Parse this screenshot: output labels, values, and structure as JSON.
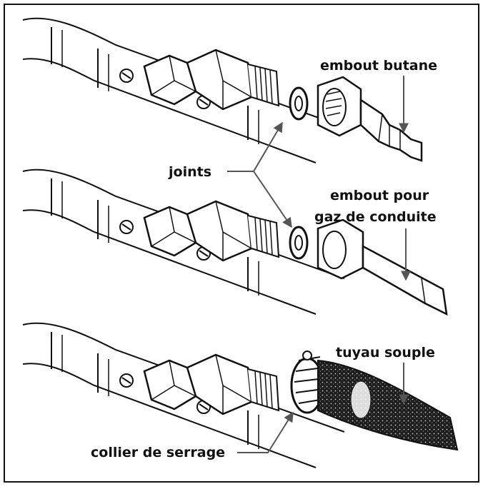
{
  "labels": {
    "embout_butane": "embout butane",
    "joints": "joints",
    "embout_gaz_line1": "embout pour",
    "embout_gaz_line2": "gaz de conduite",
    "tuyau_souple": "tuyau souple",
    "collier_de_serrage": "collier de serrage"
  },
  "colors": {
    "ink": "#111111",
    "arrow": "#555555",
    "hose": "#2a2a2a",
    "paper": "#ffffff"
  }
}
